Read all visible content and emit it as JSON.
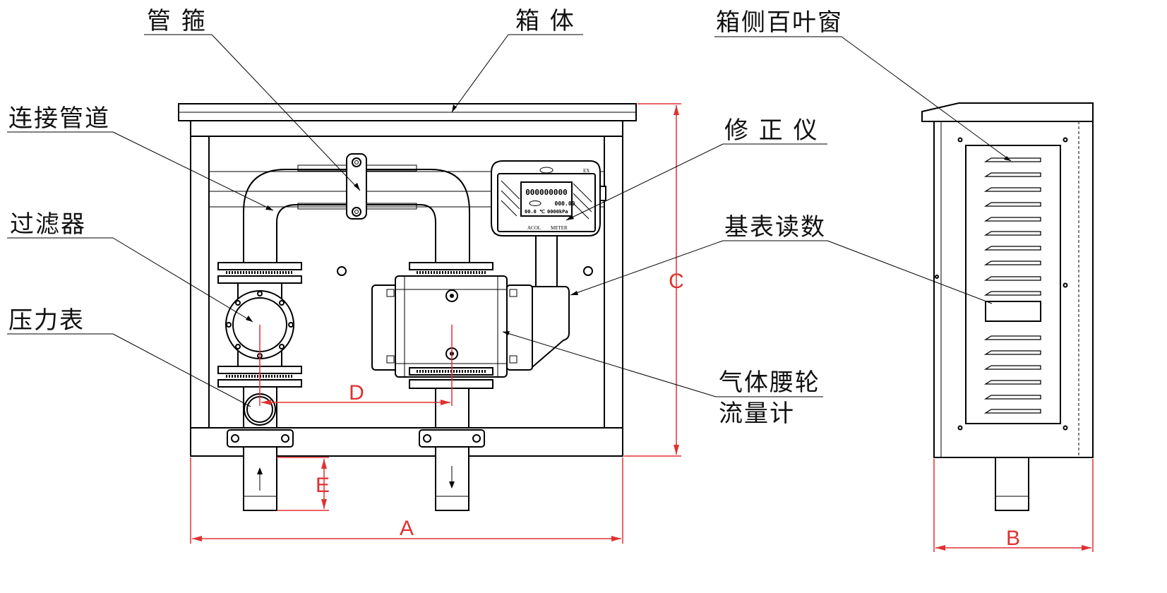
{
  "labels": {
    "pipe_clamp": "管 箍",
    "cabinet": "箱 体",
    "side_louver": "箱侧百叶窗",
    "connecting_pipe": "连接管道",
    "corrector": "修 正 仪",
    "filter": "过滤器",
    "base_meter_reading": "基表读数",
    "pressure_gauge": "压力表",
    "roots_meter_line1": "气体腰轮",
    "roots_meter_line2": "流量计"
  },
  "dimensions": {
    "A": "A",
    "B": "B",
    "C": "C",
    "D": "D",
    "E": "E"
  },
  "display": {
    "counter": "000000000",
    "flow": "000.00",
    "temperature": "00.0 ℃",
    "pressure": "0000kPa",
    "brand_left": "ACOL",
    "brand_right": "METER",
    "ex_mark": "EX"
  },
  "colors": {
    "line": "#000000",
    "dimension": "#e03030"
  }
}
